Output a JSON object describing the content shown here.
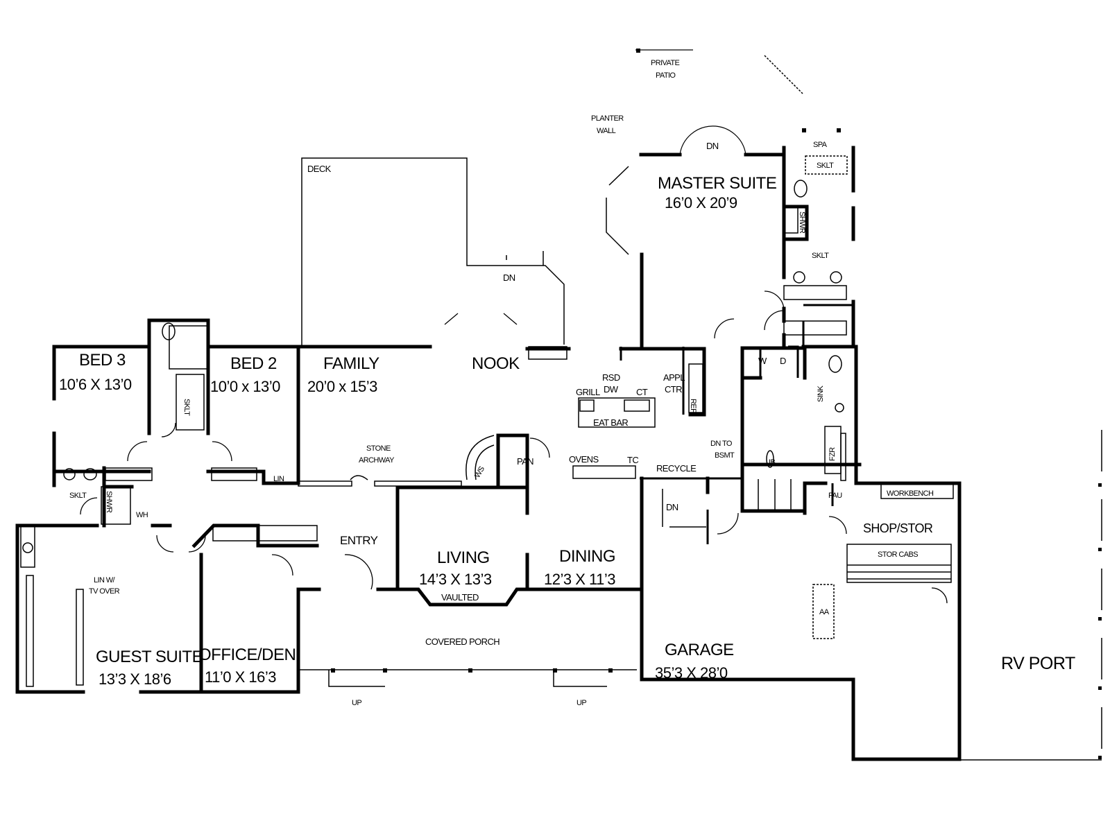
{
  "rooms": {
    "master": {
      "name": "MASTER SUITE",
      "dims": "16’0 X 20’9"
    },
    "family": {
      "name": "FAMILY",
      "dims": "20’0 x 15’3"
    },
    "bed3": {
      "name": "BED 3",
      "dims": "10’6 X 13’0"
    },
    "bed2": {
      "name": "BED 2",
      "dims": "10’0 x 13’0"
    },
    "nook": {
      "name": "NOOK"
    },
    "living": {
      "name": "LIVING",
      "dims": "14’3 X 13’3"
    },
    "dining": {
      "name": "DINING",
      "dims": "12’3 X 11’3"
    },
    "guest": {
      "name": "GUEST SUITE",
      "dims": "13’3 X 18’6"
    },
    "office": {
      "name": "OFFICE/DEN",
      "dims": "11’0 X 16’3"
    },
    "garage": {
      "name": "GARAGE",
      "dims": "35’3 X 28’0"
    },
    "shop": {
      "name": "SHOP/STOR"
    },
    "rvport": {
      "name": "RV PORT"
    },
    "entry": {
      "name": "ENTRY"
    }
  },
  "labels": {
    "private_patio_1": "PRIVATE",
    "private_patio_2": "PATIO",
    "planter_1": "PLANTER",
    "planter_2": "WALL",
    "deck": "DECK",
    "dn_master": "DN",
    "dn_deck": "DN",
    "dn_garage": "DN",
    "spa": "SPA",
    "sklt_spa": "SKLT",
    "shwr_master": "SHWR",
    "sklt_master": "SKLT",
    "rsd": "RSD",
    "dw": "DW",
    "grill": "GRILL",
    "ct": "CT",
    "appl": "APPL",
    "ctr": "CTR",
    "ref": "REF",
    "eat_bar": "EAT BAR",
    "w": "W",
    "d": "D",
    "sink": "SINK",
    "frz": "FZR",
    "ib": "IB",
    "stone_1": "STONE",
    "stone_2": "ARCHWAY",
    "ws": "WS",
    "pan": "PAN",
    "ovens": "OVENS",
    "tc": "TC",
    "recycle": "RECYCLE",
    "dn_bsmt_1": "DN TO",
    "dn_bsmt_2": "BSMT",
    "fau": "FAU",
    "workbench": "WORKBENCH",
    "stor_cabs": "STOR CABS",
    "aa": "AA",
    "lin": "LIN",
    "sklt_hall": "SKLT",
    "sklt_guest": "SKLT",
    "shwr_guest": "SHWR",
    "wh": "WH",
    "lin_tv_1": "LIN W/",
    "lin_tv_2": "TV OVER",
    "vaulted": "VAULTED",
    "covered_porch": "COVERED PORCH",
    "up_1": "UP",
    "up_2": "UP"
  }
}
